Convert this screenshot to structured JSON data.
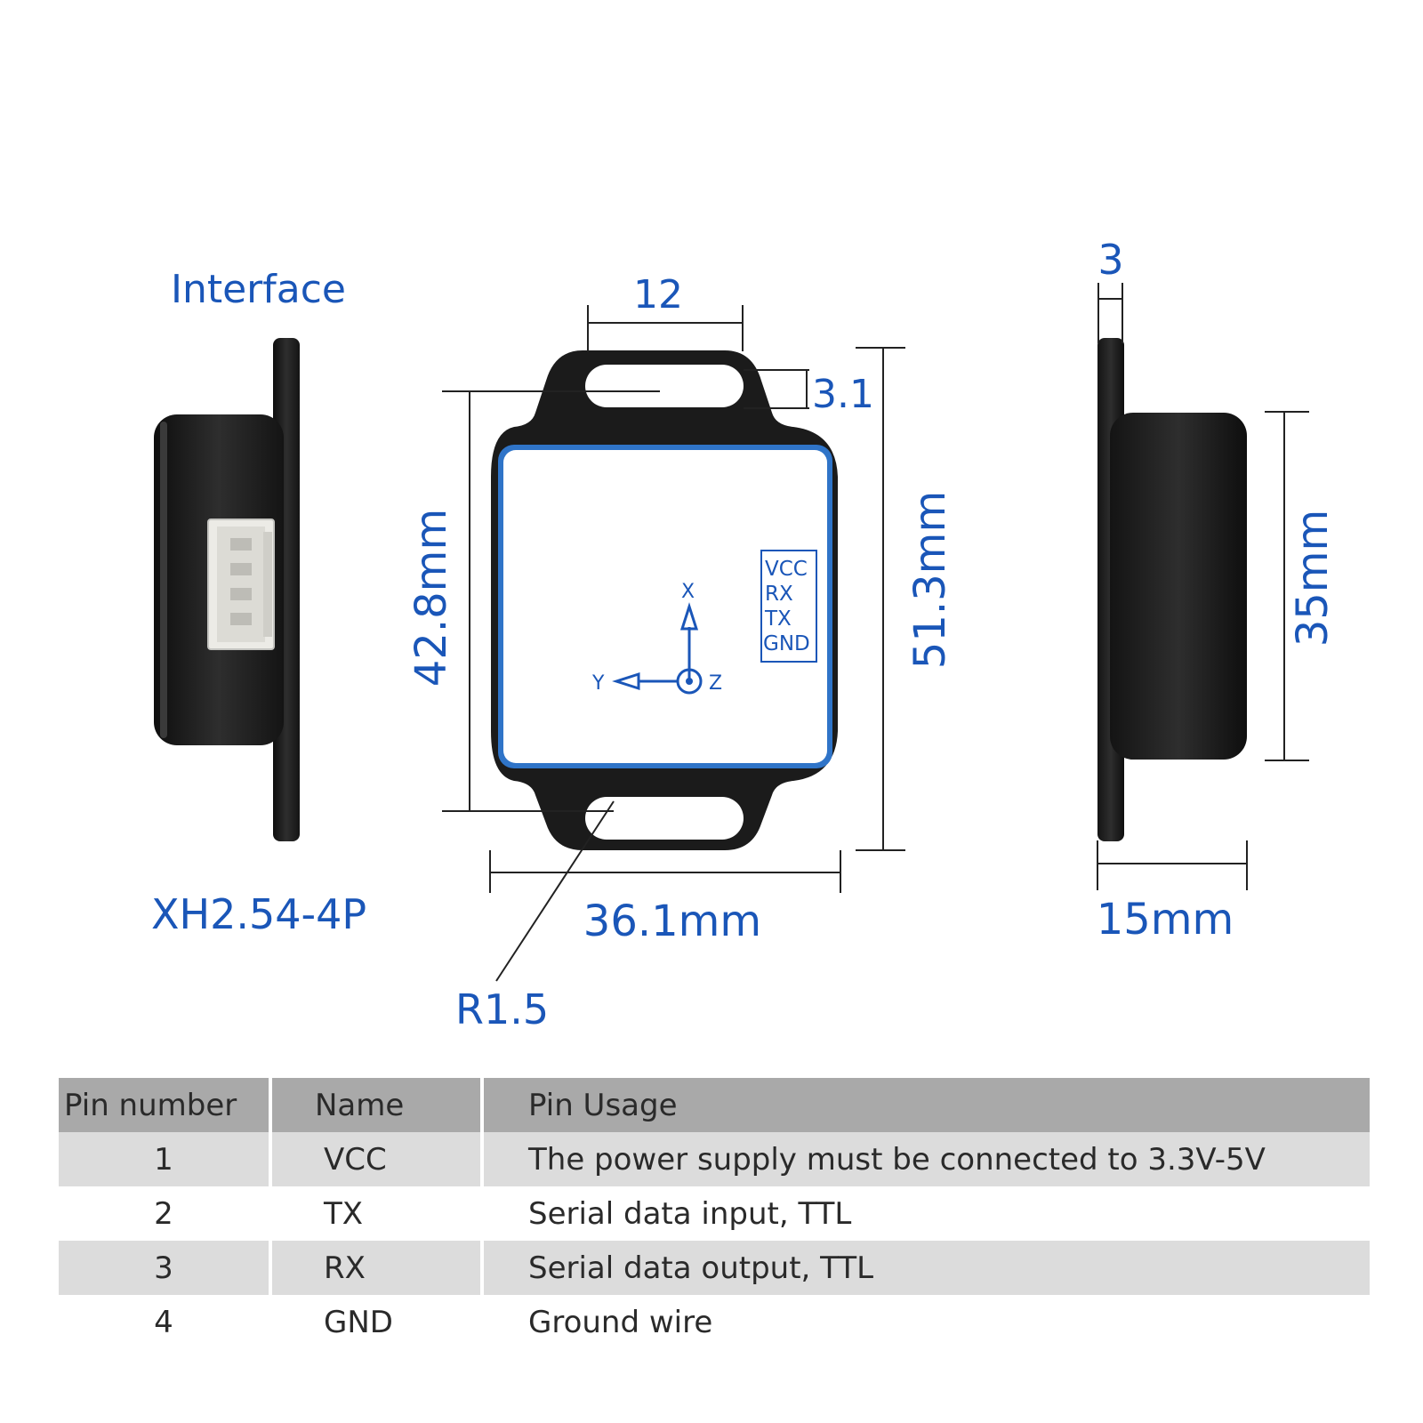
{
  "labels": {
    "interface": "Interface",
    "connector": "XH2.54-4P",
    "width_top": "12",
    "hole_height": "3.1",
    "inner_height": "42.8mm",
    "outer_height": "51.3mm",
    "width_bottom": "36.1mm",
    "radius": "R1.5",
    "side_thickness": "3",
    "side_height": "35mm",
    "side_depth": "15mm"
  },
  "silkscreen": {
    "pins": [
      "VCC",
      "RX",
      "TX",
      "GND"
    ],
    "axis_x": "X",
    "axis_y": "Y",
    "axis_z": "Z"
  },
  "table": {
    "headers": {
      "pin_number": "Pin number",
      "name": "Name",
      "usage": "Pin Usage"
    },
    "rows": [
      {
        "num": "1",
        "name": "VCC",
        "usage": "The power supply must be connected to 3.3V-5V"
      },
      {
        "num": "2",
        "name": "TX",
        "usage": "Serial data input, TTL"
      },
      {
        "num": "3",
        "name": "RX",
        "usage": "Serial data output, TTL"
      },
      {
        "num": "4",
        "name": "GND",
        "usage": "Ground wire"
      }
    ]
  },
  "colors": {
    "accent_blue": "#1a56b8",
    "module_body": "#1c1c1c",
    "header_gray": "#a9a9a9",
    "row_gray": "#dcdcdc"
  }
}
